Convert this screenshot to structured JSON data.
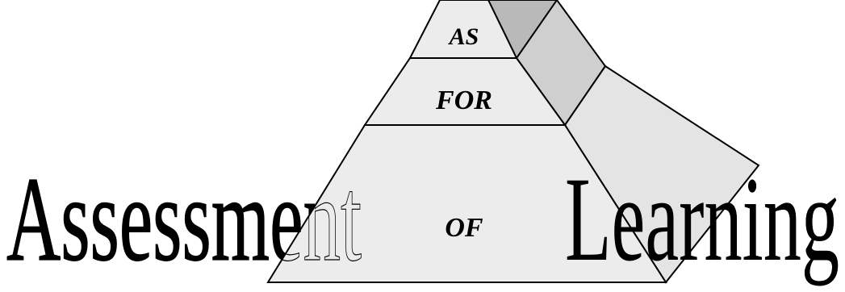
{
  "left_word": "Assessment",
  "right_word": "Learning",
  "pyramid": {
    "tiers": [
      {
        "id": "as",
        "label": "AS"
      },
      {
        "id": "for",
        "label": "FOR"
      },
      {
        "id": "of",
        "label": "OF"
      }
    ]
  },
  "colors": {
    "face_fill": "#ececec",
    "side_fill_light": "#e4e4e4",
    "side_fill_dark": "#b9b9b9",
    "stroke": "#000000",
    "text": "#000000"
  }
}
